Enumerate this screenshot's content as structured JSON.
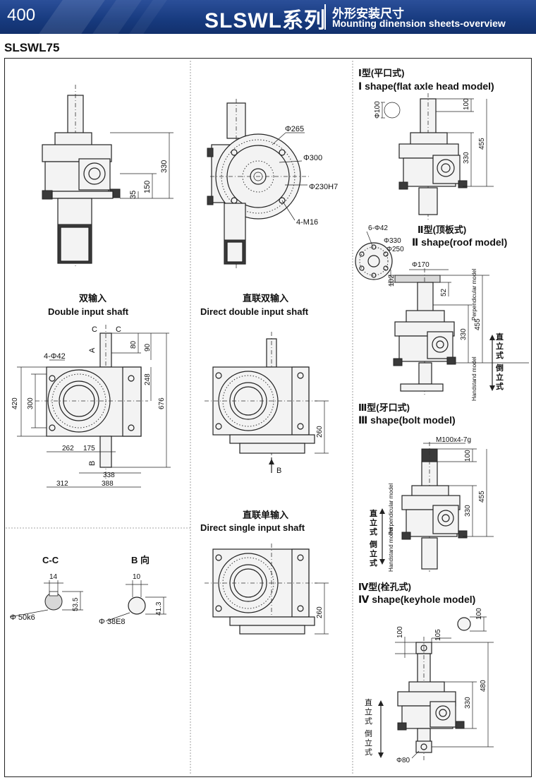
{
  "header": {
    "page_number": "400",
    "series_title": "SLSWL系列",
    "subtitle_cn": "外形安装尺寸",
    "subtitle_en": "Mounting dinension sheets-overview"
  },
  "model": "SLSWL75",
  "views": {
    "double_input": {
      "title_cn": "双输入",
      "title_en": "Double input shaft"
    },
    "direct_double": {
      "title_cn": "直联双输入",
      "title_en": "Direct  double input shaft"
    },
    "direct_single": {
      "title_cn": "直联单输入",
      "title_en": "Direct  single input shaft"
    },
    "section_cc": {
      "title": "C-C"
    },
    "view_b": {
      "title": "B 向"
    }
  },
  "types": {
    "type1": {
      "title_cn": "Ⅰ型(平口式)",
      "title_en": "Ⅰ shape(flat axle head model)"
    },
    "type2": {
      "title_cn": "Ⅱ型(顶板式)",
      "title_en": "Ⅱ shape(roof model)"
    },
    "type3": {
      "title_cn": "Ⅲ型(牙口式)",
      "title_en": "Ⅲ shape(bolt model)"
    },
    "type4": {
      "title_cn": "Ⅳ型(栓孔式)",
      "title_en": "Ⅳ shape(keyhole model)"
    }
  },
  "orientation": {
    "upright_cn": "直立式",
    "inverted_cn": "倒立式",
    "perpendicular_en": "Perpendicular model",
    "handstand_en": "Handstand model"
  },
  "dimensions": {
    "front": {
      "d330": "330",
      "d150": "150",
      "d35": "35"
    },
    "flange": {
      "pcd265": "Φ265",
      "od300": "Φ300",
      "bore": "Φ230H7",
      "bolts": "4-M16"
    },
    "double_input": {
      "d80": "80",
      "d90": "90",
      "d248": "248",
      "d676": "676",
      "d420": "420",
      "d300": "300",
      "holes": "4-Φ42",
      "d262": "262",
      "d175": "175",
      "d338": "338",
      "d312": "312",
      "d388": "388",
      "lbl_c1": "C",
      "lbl_c2": "C",
      "lbl_a": "A",
      "lbl_b": "B"
    },
    "direct_double": {
      "d260": "260",
      "lbl_b": "B"
    },
    "direct_single": {
      "d260": "260"
    },
    "section_cc": {
      "d14": "14",
      "d53_5": "53.5",
      "shaft": "Φ 50k6"
    },
    "view_b": {
      "d10": "10",
      "d41_3": "41.3",
      "shaft": "Φ 38E8"
    },
    "type1": {
      "d100_dia": "Φ100",
      "d100": "100",
      "d455": "455",
      "d330": "330"
    },
    "type2": {
      "holes": "6-Φ42",
      "d330": "Φ330",
      "d250": "Φ250",
      "d170": "Φ170",
      "d102": "102",
      "d52": "52",
      "d455": "455",
      "d330b": "330"
    },
    "type3": {
      "thread": "M100x4-7g",
      "d100": "100",
      "d455": "455",
      "d330": "330"
    },
    "type4": {
      "d100a": "100",
      "d105": "105",
      "d100b": "100",
      "d480": "480",
      "d330": "330",
      "d80": "Φ80"
    }
  }
}
